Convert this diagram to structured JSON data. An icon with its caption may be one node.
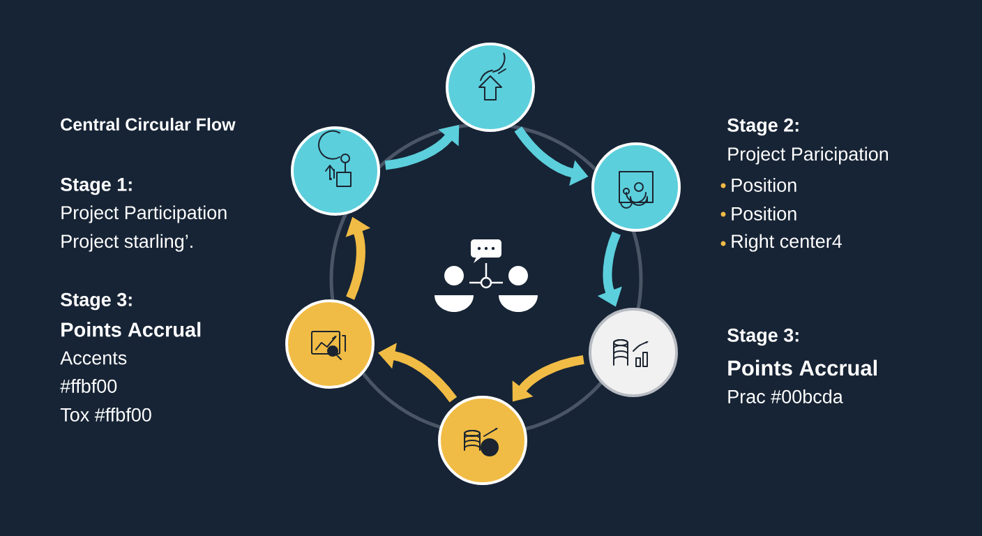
{
  "diagram": {
    "title": "Central Circular Flow",
    "nodes": [
      {
        "text": [],
        "shape": "circle"
      },
      {
        "text": [],
        "shape": "circle"
      },
      {
        "text": [],
        "shape": "circle"
      },
      {
        "text": [],
        "shape": "circle"
      },
      {
        "text": [],
        "shape": "circle"
      },
      {
        "text": [],
        "shape": "circle"
      }
    ],
    "edges": [
      {
        "from": 0,
        "to": 1,
        "arrow": "to",
        "color": "#5ccfdc"
      },
      {
        "from": 1,
        "to": 2,
        "arrow": "to",
        "color": "#5ccfdc"
      },
      {
        "from": 2,
        "to": 3,
        "arrow": "to",
        "color": "#5ccfdc"
      },
      {
        "from": 3,
        "to": 4,
        "arrow": "to",
        "color": "#f1bc45"
      },
      {
        "from": 4,
        "to": 5,
        "arrow": "to",
        "color": "#f1bc45"
      },
      {
        "from": 5,
        "to": 0,
        "arrow": "to",
        "color": "#f1bc45"
      }
    ],
    "labels": [
      "Stage 1:",
      "Project Participation",
      "Project starling’.",
      "Stage 3:",
      "Points Accrual",
      "Accents",
      "#ffbf00",
      "Tox #ffbf00",
      "Stage 2:",
      "Project Paricipation",
      "Position",
      "Position",
      "Right center4",
      "Stage 3:",
      "Points Accrual",
      "Prac #00bcda"
    ]
  }
}
